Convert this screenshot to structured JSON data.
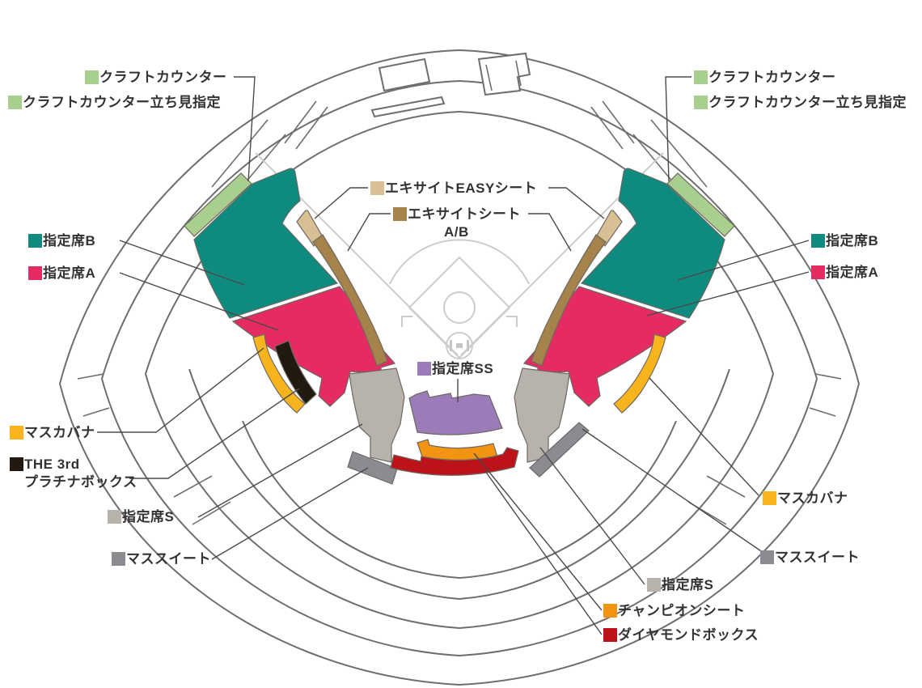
{
  "map_title": "stadium-seating-map",
  "labels": {
    "craft_counter": "クラフトカウンター",
    "craft_counter_standing": "クラフトカウンター立ち見指定",
    "seat_b": "指定席B",
    "seat_a": "指定席A",
    "masu_cabana": "マスカバナ",
    "the_3rd_line1": "THE 3rd",
    "the_3rd_line2": "プラチナボックス",
    "seat_s": "指定席S",
    "masu_suite": "マススイート",
    "excite_easy": "エキサイトEASYシート",
    "excite_line1": "エキサイトシート",
    "excite_line2": "A/B",
    "seat_ss": "指定席SS",
    "champion_seat": "チャンピオンシート",
    "diamond_box": "ダイヤモンドボックス"
  },
  "colors": {
    "craft_counter": "#a9cf8e",
    "seat_b": "#0e8a7f",
    "seat_a": "#e62a62",
    "excite_easy": "#d8bf94",
    "excite_ab": "#a5834b",
    "masu_cabana": "#f7b41c",
    "the_3rd": "#221a10",
    "seat_s": "#b7b3ac",
    "masu_suite": "#8b8b91",
    "seat_ss": "#9b7bb8",
    "champion_seat": "#f39312",
    "diamond_box": "#bc131a",
    "outline": "#6e6e6e",
    "field_line": "#cccccc",
    "leader_line": "#4a4a4a",
    "label_text": "#323232",
    "background": "#ffffff"
  }
}
